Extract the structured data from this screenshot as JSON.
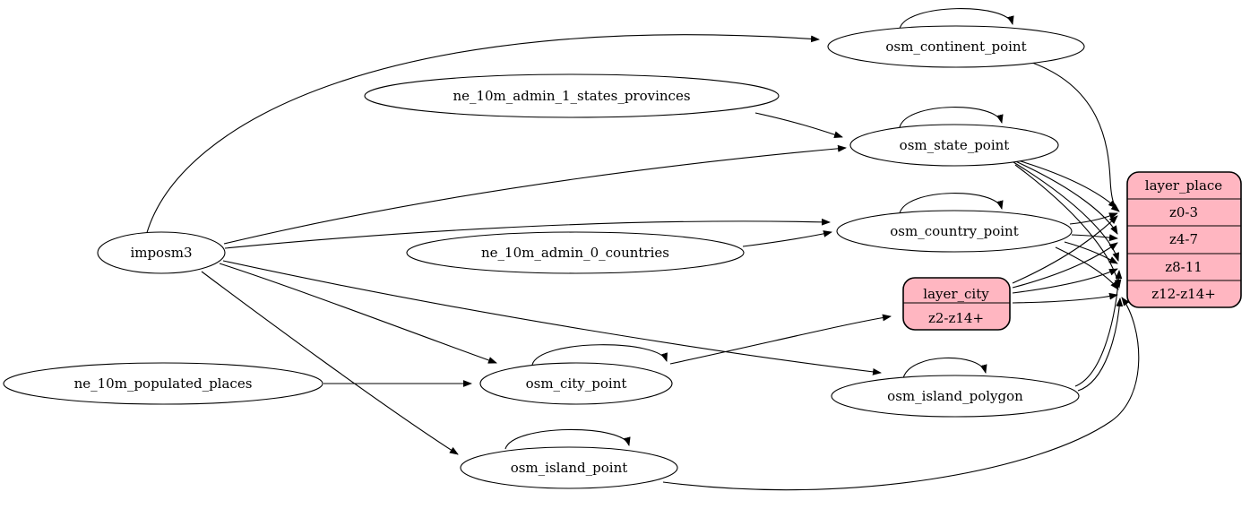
{
  "diagram": {
    "type": "etl-graph",
    "background": "#ffffff",
    "colors": {
      "ellipse_fill": "#ffffff",
      "record_fill": "#ffb6c1",
      "stroke": "#000000",
      "text": "#000000"
    },
    "nodes": {
      "imposm3": {
        "label": "imposm3",
        "shape": "ellipse"
      },
      "ne_10m_admin_1_states_provinces": {
        "label": "ne_10m_admin_1_states_provinces",
        "shape": "ellipse"
      },
      "ne_10m_admin_0_countries": {
        "label": "ne_10m_admin_0_countries",
        "shape": "ellipse"
      },
      "ne_10m_populated_places": {
        "label": "ne_10m_populated_places",
        "shape": "ellipse"
      },
      "osm_continent_point": {
        "label": "osm_continent_point",
        "shape": "ellipse"
      },
      "osm_state_point": {
        "label": "osm_state_point",
        "shape": "ellipse"
      },
      "osm_country_point": {
        "label": "osm_country_point",
        "shape": "ellipse"
      },
      "osm_city_point": {
        "label": "osm_city_point",
        "shape": "ellipse"
      },
      "osm_island_polygon": {
        "label": "osm_island_polygon",
        "shape": "ellipse"
      },
      "osm_island_point": {
        "label": "osm_island_point",
        "shape": "ellipse"
      },
      "layer_city": {
        "label": "layer_city",
        "shape": "record",
        "rows": [
          "z2-z14+"
        ]
      },
      "layer_place": {
        "label": "layer_place",
        "shape": "record",
        "rows": [
          "z0-3",
          "z4-7",
          "z8-11",
          "z12-z14+"
        ]
      }
    },
    "edges": [
      {
        "from": "imposm3",
        "to": "osm_continent_point"
      },
      {
        "from": "imposm3",
        "to": "osm_state_point"
      },
      {
        "from": "imposm3",
        "to": "osm_country_point"
      },
      {
        "from": "imposm3",
        "to": "osm_city_point"
      },
      {
        "from": "imposm3",
        "to": "osm_island_polygon"
      },
      {
        "from": "imposm3",
        "to": "osm_island_point"
      },
      {
        "from": "ne_10m_admin_1_states_provinces",
        "to": "osm_state_point"
      },
      {
        "from": "ne_10m_admin_0_countries",
        "to": "osm_country_point"
      },
      {
        "from": "ne_10m_populated_places",
        "to": "osm_city_point"
      },
      {
        "from": "osm_continent_point",
        "to": "osm_continent_point"
      },
      {
        "from": "osm_state_point",
        "to": "osm_state_point"
      },
      {
        "from": "osm_country_point",
        "to": "osm_country_point"
      },
      {
        "from": "osm_city_point",
        "to": "osm_city_point"
      },
      {
        "from": "osm_island_polygon",
        "to": "osm_island_polygon"
      },
      {
        "from": "osm_island_point",
        "to": "osm_island_point"
      },
      {
        "from": "osm_continent_point",
        "to": "layer_place:z0-3"
      },
      {
        "from": "osm_state_point",
        "to": "layer_place:z0-3"
      },
      {
        "from": "osm_state_point",
        "to": "layer_place:z4-7"
      },
      {
        "from": "osm_state_point",
        "to": "layer_place:z8-11"
      },
      {
        "from": "osm_state_point",
        "to": "layer_place:z12-z14+"
      },
      {
        "from": "osm_country_point",
        "to": "layer_place:z0-3"
      },
      {
        "from": "osm_country_point",
        "to": "layer_place:z4-7"
      },
      {
        "from": "osm_country_point",
        "to": "layer_place:z8-11"
      },
      {
        "from": "osm_country_point",
        "to": "layer_place:z12-z14+"
      },
      {
        "from": "osm_city_point",
        "to": "layer_city:z2-z14+"
      },
      {
        "from": "layer_city",
        "to": "layer_place:z0-3"
      },
      {
        "from": "layer_city",
        "to": "layer_place:z4-7"
      },
      {
        "from": "layer_city",
        "to": "layer_place:z8-11"
      },
      {
        "from": "layer_city",
        "to": "layer_place:z12-z14+"
      },
      {
        "from": "osm_island_polygon",
        "to": "layer_place:z8-11"
      },
      {
        "from": "osm_island_polygon",
        "to": "layer_place:z12-z14+"
      },
      {
        "from": "osm_island_point",
        "to": "layer_place:z12-z14+"
      }
    ]
  }
}
